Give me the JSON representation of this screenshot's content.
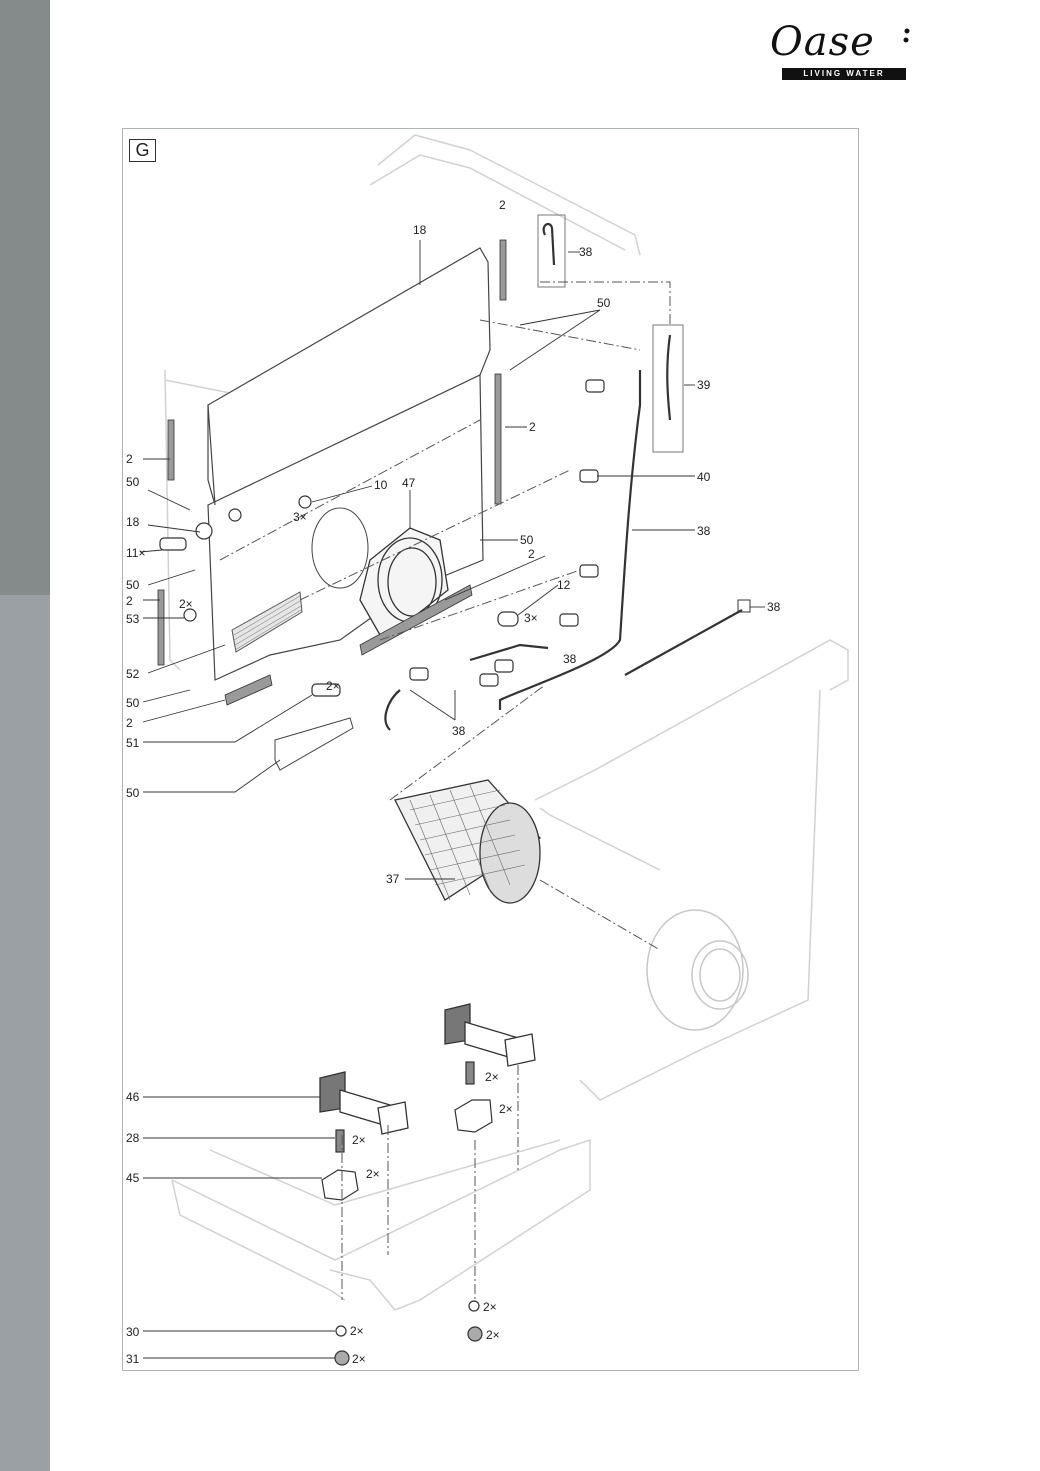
{
  "brand": {
    "name": "Oase",
    "tagline": "LIVING WATER"
  },
  "section": "G",
  "labels": [
    {
      "id": "l-2-top",
      "text": "2"
    },
    {
      "id": "l-18-top",
      "text": "18"
    },
    {
      "id": "l-38-top",
      "text": "38"
    },
    {
      "id": "l-50-top",
      "text": "50"
    },
    {
      "id": "l-39",
      "text": "39"
    },
    {
      "id": "l-2-right",
      "text": "2"
    },
    {
      "id": "l-2-left",
      "text": "2"
    },
    {
      "id": "l-40",
      "text": "40"
    },
    {
      "id": "l-50-left1",
      "text": "50"
    },
    {
      "id": "l-10",
      "text": "10"
    },
    {
      "id": "l-3x-10",
      "text": "3×"
    },
    {
      "id": "l-47",
      "text": "47"
    },
    {
      "id": "l-38-hose",
      "text": "38"
    },
    {
      "id": "l-18-left",
      "text": "18"
    },
    {
      "id": "l-11x",
      "text": "11×"
    },
    {
      "id": "l-50-mid",
      "text": "50"
    },
    {
      "id": "l-2-center",
      "text": "2"
    },
    {
      "id": "l-50-left2",
      "text": "50"
    },
    {
      "id": "l-12",
      "text": "12"
    },
    {
      "id": "l-2-left2",
      "text": "2"
    },
    {
      "id": "l-2x-53",
      "text": "2×"
    },
    {
      "id": "l-38-tie",
      "text": "38"
    },
    {
      "id": "l-3x-12",
      "text": "3×"
    },
    {
      "id": "l-53",
      "text": "53"
    },
    {
      "id": "l-38-mid",
      "text": "38"
    },
    {
      "id": "l-52",
      "text": "52"
    },
    {
      "id": "l-2x-51",
      "text": "2×"
    },
    {
      "id": "l-50-left3",
      "text": "50"
    },
    {
      "id": "l-2-bottom",
      "text": "2"
    },
    {
      "id": "l-38-low",
      "text": "38"
    },
    {
      "id": "l-51",
      "text": "51"
    },
    {
      "id": "l-50-bottom",
      "text": "50"
    },
    {
      "id": "l-37",
      "text": "37"
    },
    {
      "id": "l-2x-bolt-r",
      "text": "2×"
    },
    {
      "id": "l-2x-clip-r",
      "text": "2×"
    },
    {
      "id": "l-46",
      "text": "46"
    },
    {
      "id": "l-28",
      "text": "28"
    },
    {
      "id": "l-2x-28",
      "text": "2×"
    },
    {
      "id": "l-45",
      "text": "45"
    },
    {
      "id": "l-2x-45",
      "text": "2×"
    },
    {
      "id": "l-2x-washer-r",
      "text": "2×"
    },
    {
      "id": "l-2x-nut-r",
      "text": "2×"
    },
    {
      "id": "l-30",
      "text": "30"
    },
    {
      "id": "l-2x-30",
      "text": "2×"
    },
    {
      "id": "l-31",
      "text": "31"
    },
    {
      "id": "l-2x-31",
      "text": "2×"
    }
  ]
}
